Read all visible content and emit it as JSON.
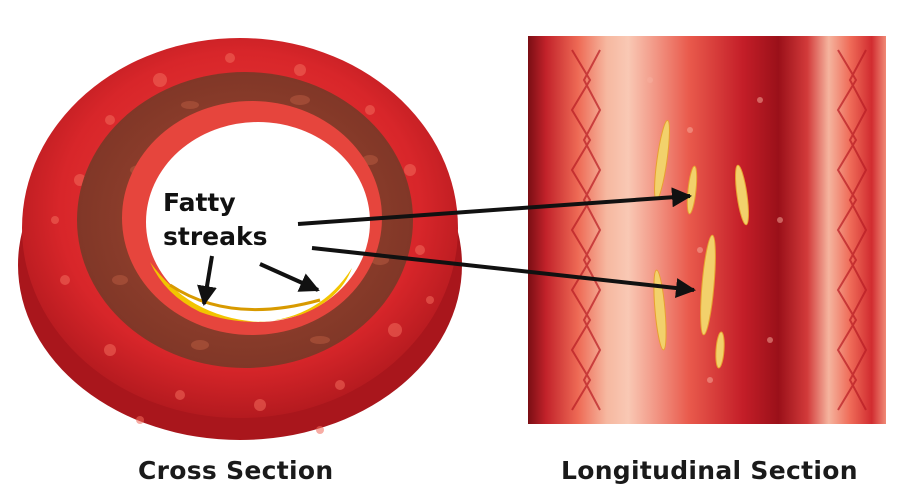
{
  "labels": {
    "annotation_line1": "Fatty",
    "annotation_line2": "streaks",
    "cross_section_caption": "Cross Section",
    "longitudinal_section_caption": "Longitudinal Section"
  },
  "colors": {
    "outer_wall": "#d8262a",
    "media_layer": "#8e3f2e",
    "inner_lining": "#e6453d",
    "lumen": "#ffffff",
    "fatty_deposit": "#f2c400",
    "vessel_interior": "#b81c24",
    "arrow": "#111111"
  }
}
